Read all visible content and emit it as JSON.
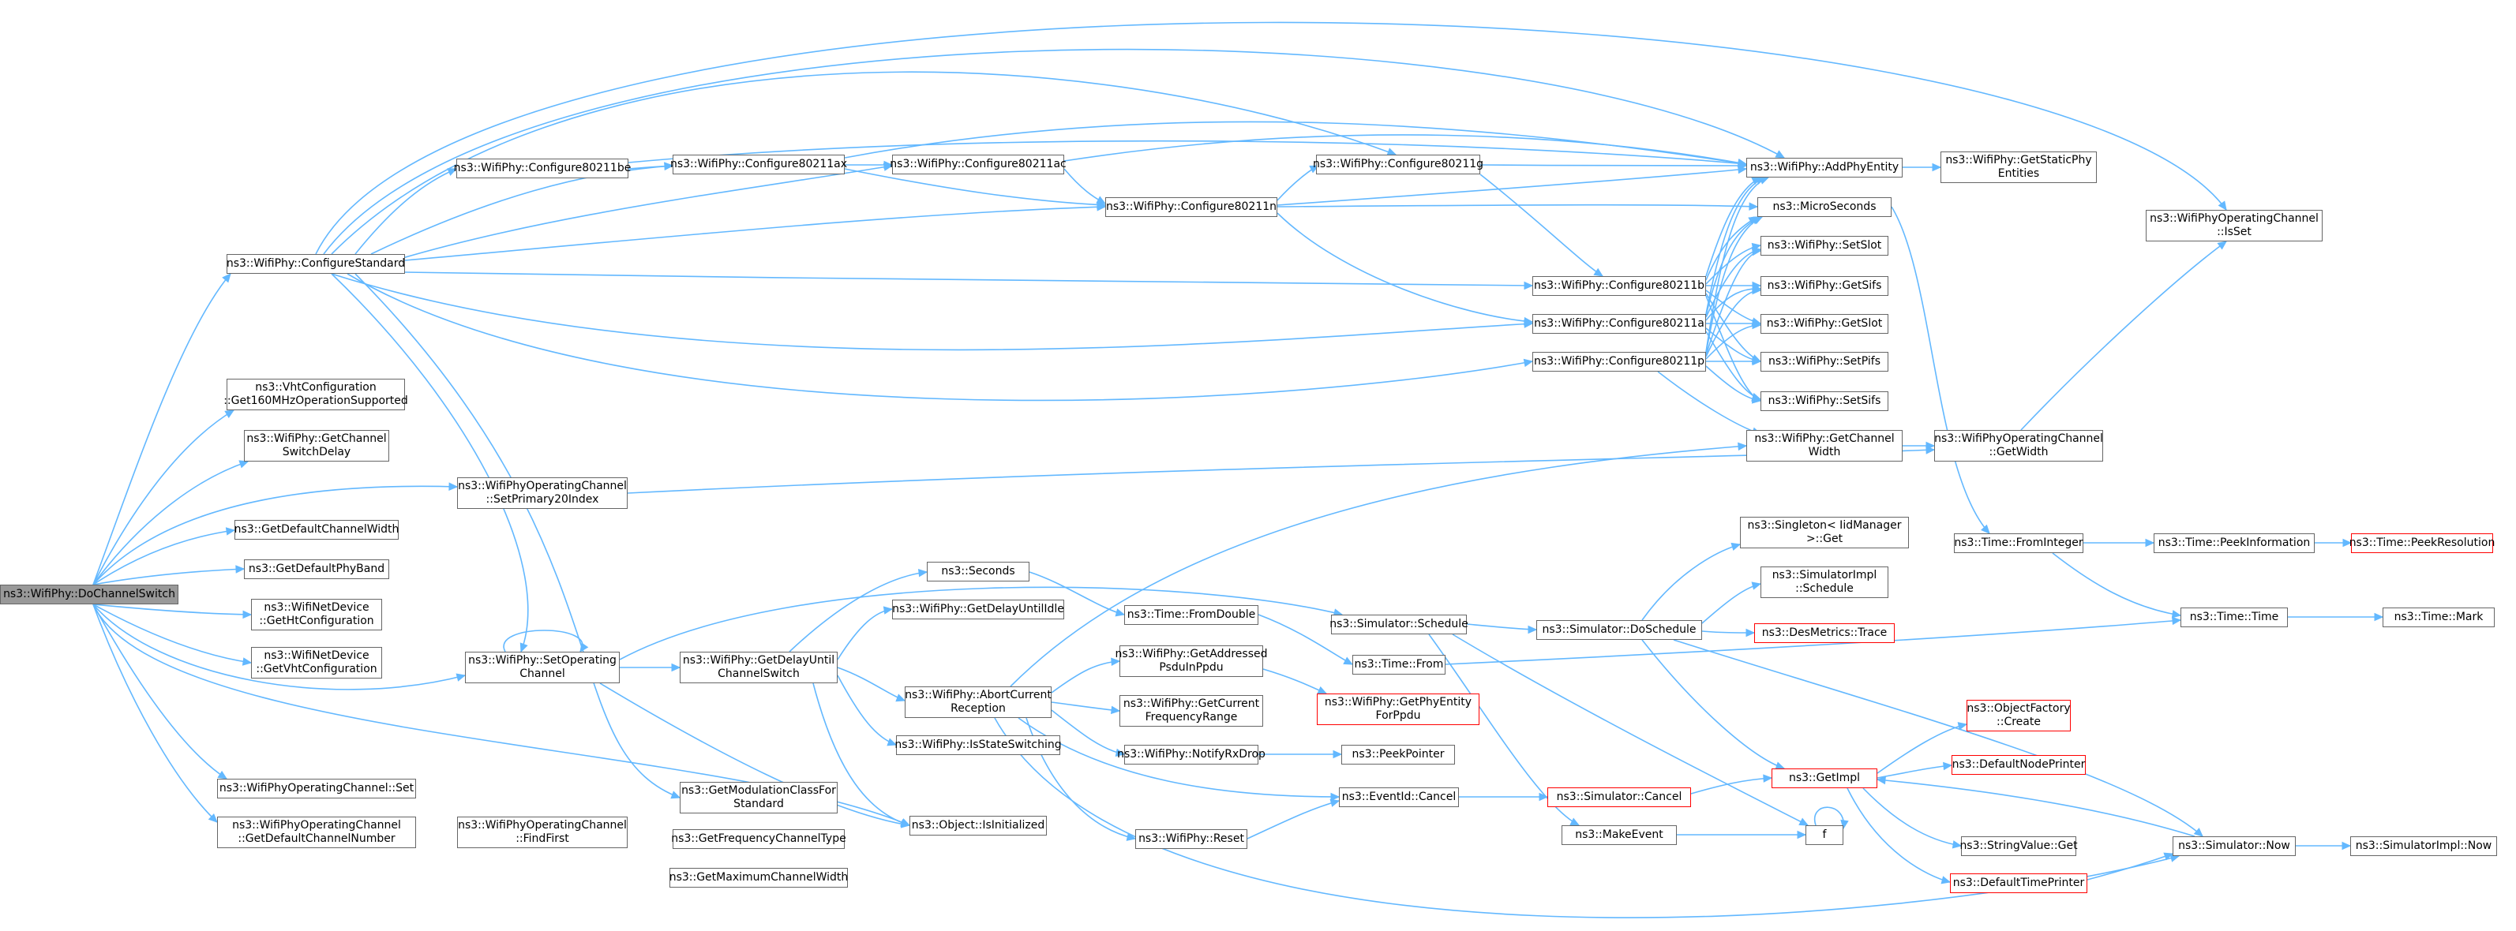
{
  "nodes": [
    {
      "id": "root",
      "lines": [
        "ns3::WifiPhy::DoChannelSwitch"
      ],
      "style": "root"
    },
    {
      "id": "configstd",
      "lines": [
        "ns3::WifiPhy::ConfigureStandard"
      ]
    },
    {
      "id": "vht160",
      "lines": [
        "ns3::VhtConfiguration",
        "::Get160MHzOperationSupported"
      ]
    },
    {
      "id": "getchsw",
      "lines": [
        "ns3::WifiPhy::GetChannel",
        "SwitchDelay"
      ]
    },
    {
      "id": "setprim",
      "lines": [
        "ns3::WifiPhyOperatingChannel",
        "::SetPrimary20Index"
      ]
    },
    {
      "id": "defcw",
      "lines": [
        "ns3::GetDefaultChannelWidth"
      ]
    },
    {
      "id": "defpb",
      "lines": [
        "ns3::GetDefaultPhyBand"
      ]
    },
    {
      "id": "htcfg",
      "lines": [
        "ns3::WifiNetDevice",
        "::GetHtConfiguration"
      ]
    },
    {
      "id": "vhtcfg",
      "lines": [
        "ns3::WifiNetDevice",
        "::GetVhtConfiguration"
      ]
    },
    {
      "id": "setop",
      "lines": [
        "ns3::WifiPhy::SetOperating",
        "Channel"
      ]
    },
    {
      "id": "opset",
      "lines": [
        "ns3::WifiPhyOperatingChannel::Set"
      ]
    },
    {
      "id": "getdefnum",
      "lines": [
        "ns3::WifiPhyOperatingChannel",
        "::GetDefaultChannelNumber"
      ]
    },
    {
      "id": "c80211be",
      "lines": [
        "ns3::WifiPhy::Configure80211be"
      ]
    },
    {
      "id": "c80211ax",
      "lines": [
        "ns3::WifiPhy::Configure80211ax"
      ]
    },
    {
      "id": "findfirst",
      "lines": [
        "ns3::WifiPhyOperatingChannel",
        "::FindFirst"
      ]
    },
    {
      "id": "getmodcls",
      "lines": [
        "ns3::GetModulationClassFor",
        "Standard"
      ]
    },
    {
      "id": "getfreqtype",
      "lines": [
        "ns3::GetFrequencyChannelType"
      ]
    },
    {
      "id": "getmaxcw",
      "lines": [
        "ns3::GetMaximumChannelWidth"
      ]
    },
    {
      "id": "getdelay",
      "lines": [
        "ns3::WifiPhy::GetDelayUntil",
        "ChannelSwitch"
      ]
    },
    {
      "id": "c80211ac",
      "lines": [
        "ns3::WifiPhy::Configure80211ac"
      ]
    },
    {
      "id": "seconds",
      "lines": [
        "ns3::Seconds"
      ]
    },
    {
      "id": "getdelayidle",
      "lines": [
        "ns3::WifiPhy::GetDelayUntilIdle"
      ]
    },
    {
      "id": "abort",
      "lines": [
        "ns3::WifiPhy::AbortCurrent",
        "Reception"
      ]
    },
    {
      "id": "isstatesw",
      "lines": [
        "ns3::WifiPhy::IsStateSwitching"
      ]
    },
    {
      "id": "isinit",
      "lines": [
        "ns3::Object::IsInitialized"
      ]
    },
    {
      "id": "c80211n",
      "lines": [
        "ns3::WifiPhy::Configure80211n"
      ]
    },
    {
      "id": "fromdouble",
      "lines": [
        "ns3::Time::FromDouble"
      ]
    },
    {
      "id": "getaddr",
      "lines": [
        "ns3::WifiPhy::GetAddressed",
        "PsduInPpdu"
      ]
    },
    {
      "id": "getcurfreq",
      "lines": [
        "ns3::WifiPhy::GetCurrent",
        "FrequencyRange"
      ]
    },
    {
      "id": "notifyrx",
      "lines": [
        "ns3::WifiPhy::NotifyRxDrop"
      ]
    },
    {
      "id": "reset",
      "lines": [
        "ns3::WifiPhy::Reset"
      ]
    },
    {
      "id": "getphyent",
      "lines": [
        "ns3::WifiPhy::GetPhyEntity",
        "ForPpdu"
      ],
      "style": "red"
    },
    {
      "id": "peekptr",
      "lines": [
        "ns3::PeekPointer"
      ]
    },
    {
      "id": "c80211g",
      "lines": [
        "ns3::WifiPhy::Configure80211g"
      ]
    },
    {
      "id": "simsched",
      "lines": [
        "ns3::Simulator::Schedule"
      ]
    },
    {
      "id": "timefrom",
      "lines": [
        "ns3::Time::From"
      ]
    },
    {
      "id": "evcancel",
      "lines": [
        "ns3::EventId::Cancel"
      ]
    },
    {
      "id": "c80211b",
      "lines": [
        "ns3::WifiPhy::Configure80211b"
      ]
    },
    {
      "id": "c80211a",
      "lines": [
        "ns3::WifiPhy::Configure80211a"
      ]
    },
    {
      "id": "c80211p",
      "lines": [
        "ns3::WifiPhy::Configure80211p"
      ]
    },
    {
      "id": "doschedule",
      "lines": [
        "ns3::Simulator::DoSchedule"
      ]
    },
    {
      "id": "simcancel",
      "lines": [
        "ns3::Simulator::Cancel"
      ],
      "style": "red"
    },
    {
      "id": "makeevent",
      "lines": [
        "ns3::MakeEvent"
      ]
    },
    {
      "id": "addphy",
      "lines": [
        "ns3::WifiPhy::AddPhyEntity"
      ]
    },
    {
      "id": "micro",
      "lines": [
        "ns3::MicroSeconds"
      ]
    },
    {
      "id": "setslot",
      "lines": [
        "ns3::WifiPhy::SetSlot"
      ]
    },
    {
      "id": "getsifs",
      "lines": [
        "ns3::WifiPhy::GetSifs"
      ]
    },
    {
      "id": "getslot",
      "lines": [
        "ns3::WifiPhy::GetSlot"
      ]
    },
    {
      "id": "setpifs",
      "lines": [
        "ns3::WifiPhy::SetPifs"
      ]
    },
    {
      "id": "setsifs",
      "lines": [
        "ns3::WifiPhy::SetSifs"
      ]
    },
    {
      "id": "getchw",
      "lines": [
        "ns3::WifiPhy::GetChannel",
        "Width"
      ]
    },
    {
      "id": "singleton",
      "lines": [
        "ns3::Singleton< IidManager",
        " >::Get"
      ]
    },
    {
      "id": "simimpl",
      "lines": [
        "ns3::SimulatorImpl",
        "::Schedule"
      ]
    },
    {
      "id": "desmetrics",
      "lines": [
        "ns3::DesMetrics::Trace"
      ],
      "style": "red"
    },
    {
      "id": "getimpl",
      "lines": [
        "ns3::GetImpl"
      ],
      "style": "red"
    },
    {
      "id": "f",
      "lines": [
        "f"
      ]
    },
    {
      "id": "getstatic",
      "lines": [
        "ns3::WifiPhy::GetStaticPhy",
        "Entities"
      ]
    },
    {
      "id": "opgetwidth",
      "lines": [
        "ns3::WifiPhyOperatingChannel",
        "::GetWidth"
      ]
    },
    {
      "id": "fromint",
      "lines": [
        "ns3::Time::FromInteger"
      ]
    },
    {
      "id": "objfactory",
      "lines": [
        "ns3::ObjectFactory",
        "::Create"
      ],
      "style": "red"
    },
    {
      "id": "defnodeprn",
      "lines": [
        "ns3::DefaultNodePrinter"
      ],
      "style": "red"
    },
    {
      "id": "strvalget",
      "lines": [
        "ns3::StringValue::Get"
      ]
    },
    {
      "id": "deftimeprn",
      "lines": [
        "ns3::DefaultTimePrinter"
      ],
      "style": "red"
    },
    {
      "id": "simnow",
      "lines": [
        "ns3::Simulator::Now"
      ]
    },
    {
      "id": "isset",
      "lines": [
        "ns3::WifiPhyOperatingChannel",
        "::IsSet"
      ]
    },
    {
      "id": "peekinfo",
      "lines": [
        "ns3::Time::PeekInformation"
      ]
    },
    {
      "id": "timetime",
      "lines": [
        "ns3::Time::Time"
      ]
    },
    {
      "id": "peekres",
      "lines": [
        "ns3::Time::PeekResolution"
      ],
      "style": "red"
    },
    {
      "id": "timemark",
      "lines": [
        "ns3::Time::Mark"
      ]
    },
    {
      "id": "simimplnow",
      "lines": [
        "ns3::SimulatorImpl::Now"
      ]
    }
  ],
  "colors": {
    "edge": "#63b8ff",
    "border": "#666666",
    "highlight_border": "#ff0000",
    "root_fill": "#999999"
  }
}
